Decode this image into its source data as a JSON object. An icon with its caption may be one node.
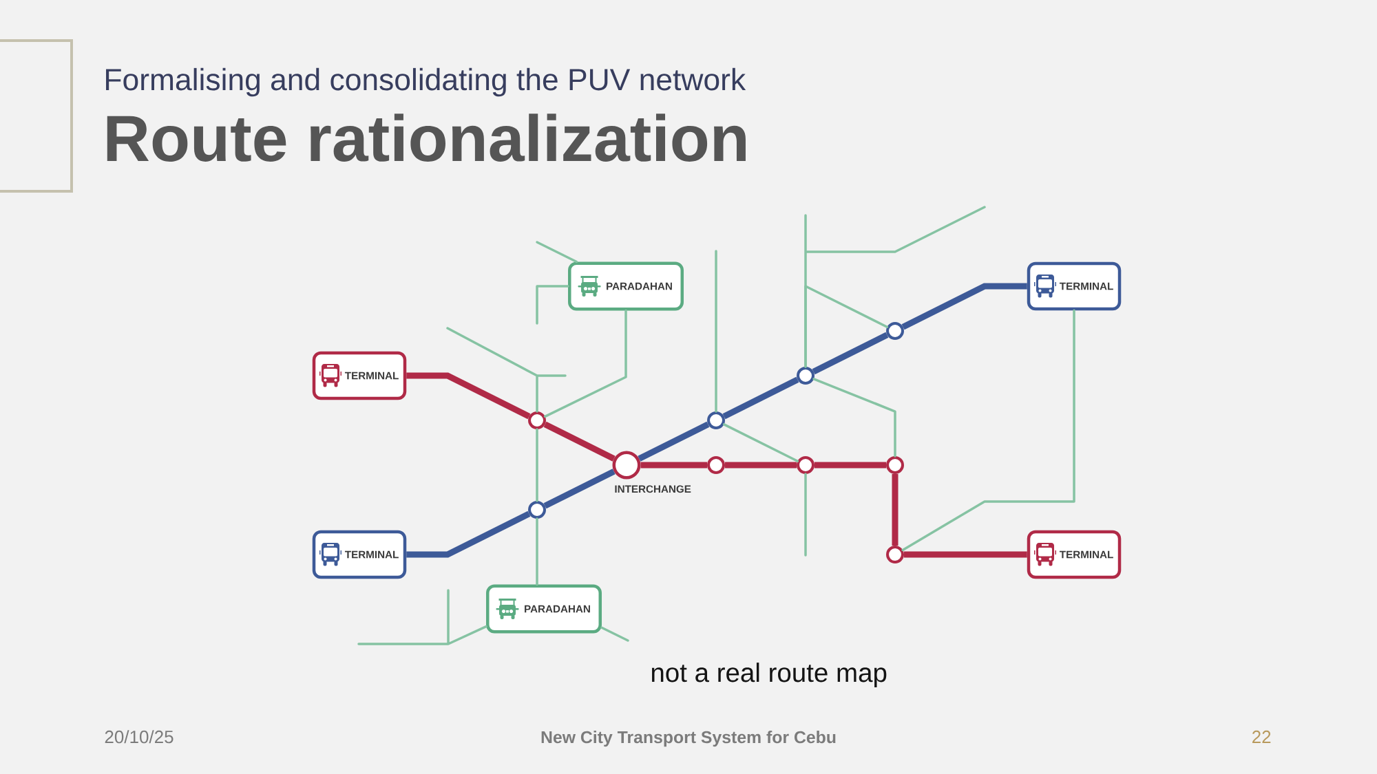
{
  "diagram": {
    "title": "Route rationalization",
    "nodes": [
      {
        "text": [
          "PARADAHAN"
        ]
      },
      {
        "text": [
          "TERMINAL"
        ]
      },
      {
        "text": [],
        "shape": "circle"
      },
      {
        "text": [
          "TERMINAL"
        ]
      },
      {
        "text": [],
        "shape": "circle"
      },
      {
        "text": [],
        "shape": "circle"
      },
      {
        "text": [],
        "shape": "circle"
      },
      {
        "text": [],
        "shape": "circle",
        "beside": [
          "INTERCHANGE"
        ]
      },
      {
        "text": [],
        "shape": "circle"
      },
      {
        "text": [],
        "shape": "circle"
      },
      {
        "text": [],
        "shape": "circle"
      },
      {
        "text": [],
        "shape": "circle"
      },
      {
        "text": [
          "TERMINAL"
        ]
      },
      {
        "text": [],
        "shape": "circle"
      },
      {
        "text": [
          "TERMINAL"
        ]
      },
      {
        "text": [
          "PARADAHAN"
        ]
      }
    ],
    "edges": [
      {
        "from": 3,
        "to": 6,
        "arrow": "none",
        "style": "thick",
        "color": "#b02a47"
      },
      {
        "from": 6,
        "to": 7,
        "arrow": "none",
        "style": "thick",
        "color": "#b02a47"
      },
      {
        "from": 7,
        "to": 8,
        "arrow": "none",
        "style": "thick",
        "color": "#b02a47"
      },
      {
        "from": 8,
        "to": 9,
        "arrow": "none",
        "style": "thick",
        "color": "#b02a47"
      },
      {
        "from": 9,
        "to": 10,
        "arrow": "none",
        "style": "thick",
        "color": "#b02a47"
      },
      {
        "from": 10,
        "to": 13,
        "arrow": "none",
        "style": "thick",
        "color": "#b02a47"
      },
      {
        "from": 13,
        "to": 14,
        "arrow": "none",
        "style": "thick",
        "color": "#b02a47"
      },
      {
        "from": 12,
        "to": 11,
        "arrow": "none",
        "style": "thick",
        "color": "#3d5a98"
      },
      {
        "from": 11,
        "to": 7,
        "arrow": "none",
        "style": "thick",
        "color": "#3d5a98"
      },
      {
        "from": 7,
        "to": 5,
        "arrow": "none",
        "style": "thick",
        "color": "#3d5a98"
      },
      {
        "from": 5,
        "to": 4,
        "arrow": "none",
        "style": "thick",
        "color": "#3d5a98"
      },
      {
        "from": 4,
        "to": 2,
        "arrow": "none",
        "style": "thick",
        "color": "#3d5a98"
      },
      {
        "from": 2,
        "to": 1,
        "arrow": "none",
        "style": "thick",
        "color": "#3d5a98"
      },
      {
        "from": null,
        "to": 0,
        "arrow": "none"
      },
      {
        "from": 0,
        "to": null,
        "arrow": "none"
      },
      {
        "from": 0,
        "to": 6,
        "arrow": "none"
      },
      {
        "from": null,
        "to": 6,
        "arrow": "none"
      },
      {
        "from": 6,
        "to": 11,
        "arrow": "none"
      },
      {
        "from": 11,
        "to": 15,
        "arrow": "none"
      },
      {
        "from": null,
        "to": 5,
        "arrow": "none"
      },
      {
        "from": 5,
        "to": 9,
        "arrow": "none"
      },
      {
        "from": null,
        "to": 4,
        "arrow": "none"
      },
      {
        "from": 2,
        "to": 4,
        "arrow": "none"
      },
      {
        "from": 4,
        "to": 10,
        "arrow": "none"
      },
      {
        "from": 9,
        "to": null,
        "arrow": "none"
      },
      {
        "from": 1,
        "to": 13,
        "arrow": "none"
      },
      {
        "from": null,
        "to": 15,
        "arrow": "none"
      },
      {
        "from": 15,
        "to": null,
        "arrow": "none"
      }
    ],
    "labels": [
      "Formalising and consolidating the PUV network",
      "not a real route map",
      "20/10/25",
      "New City Transport System for Cebu",
      "22"
    ]
  }
}
